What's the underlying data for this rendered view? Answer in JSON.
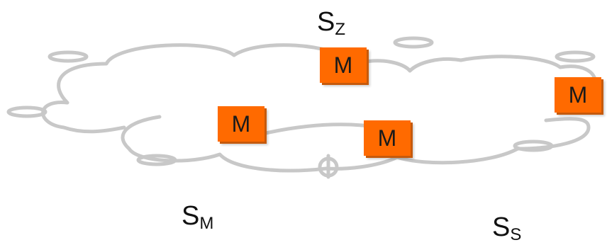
{
  "diagram": {
    "labels": {
      "sz": {
        "main": "S",
        "sub": "Z"
      },
      "sm": {
        "main": "S",
        "sub": "M"
      },
      "ss": {
        "main": "S",
        "sub": "S"
      }
    },
    "nodes": [
      {
        "label": "M"
      },
      {
        "label": "M"
      },
      {
        "label": "M"
      },
      {
        "label": "M"
      }
    ],
    "colors": {
      "node_fill": "#ff6a00",
      "cloud_stroke": "#c8c8c8",
      "text": "#111111"
    }
  }
}
